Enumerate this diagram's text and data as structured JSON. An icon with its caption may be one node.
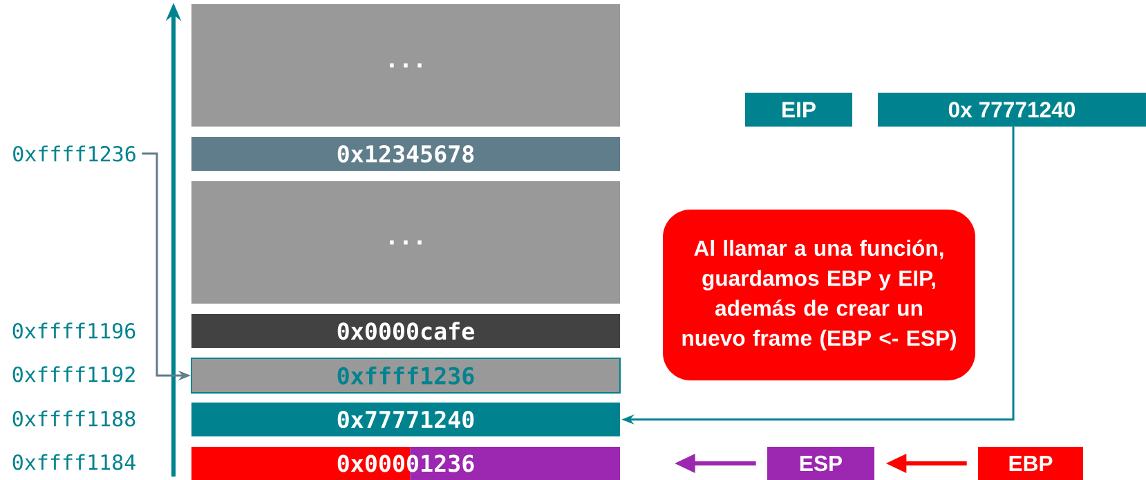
{
  "diagram": {
    "nodes": [
      {
        "text": [
          "..."
        ]
      },
      {
        "text": [
          "0x12345678"
        ]
      },
      {
        "text": [
          "..."
        ]
      },
      {
        "text": [
          "0x0000cafe"
        ]
      },
      {
        "text": [
          "0xffff1236"
        ]
      },
      {
        "text": [
          "0x77771240"
        ]
      },
      {
        "text": [
          "0x00001236"
        ]
      },
      {
        "text": [
          "EIP"
        ]
      },
      {
        "text": [
          "0x 77771240"
        ]
      },
      {
        "text": [
          "Al llamar a una función, guardamos EBP y EIP, además de crear un nuevo frame (EBP <- ESP)"
        ]
      },
      {
        "text": [
          "ESP"
        ]
      },
      {
        "text": [
          "EBP"
        ]
      },
      {
        "text": [
          "0xffff1236"
        ]
      }
    ],
    "edges": [
      {
        "from": 8,
        "to": 5,
        "arrow": "to"
      },
      {
        "from": 12,
        "to": 4,
        "arrow": "to",
        "color": "#607d8b"
      },
      {
        "from": 11,
        "to": 10,
        "arrow": "to",
        "style": "thick",
        "color": "#ff0000"
      },
      {
        "from": 10,
        "to": null,
        "arrow": "to",
        "style": "thick",
        "color": "#9c27b0"
      }
    ],
    "labels": [
      "0xffff1196",
      "0xffff1192",
      "0xffff1188",
      "0xffff1184"
    ]
  }
}
